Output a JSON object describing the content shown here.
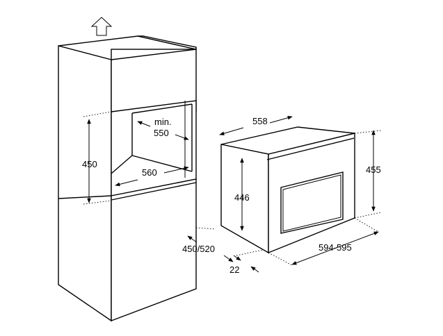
{
  "icons": {
    "up_arrow": "up-arrow-icon"
  },
  "labels": {
    "cabinet_height": "450",
    "niche_depth_prefix": "min.",
    "niche_depth": "550",
    "niche_width": "560",
    "cabinet_depth": "450/520",
    "oven_depth": "558",
    "oven_body_height": "446",
    "oven_front_height": "455",
    "oven_front_width": "594-595",
    "front_thickness": "22"
  }
}
